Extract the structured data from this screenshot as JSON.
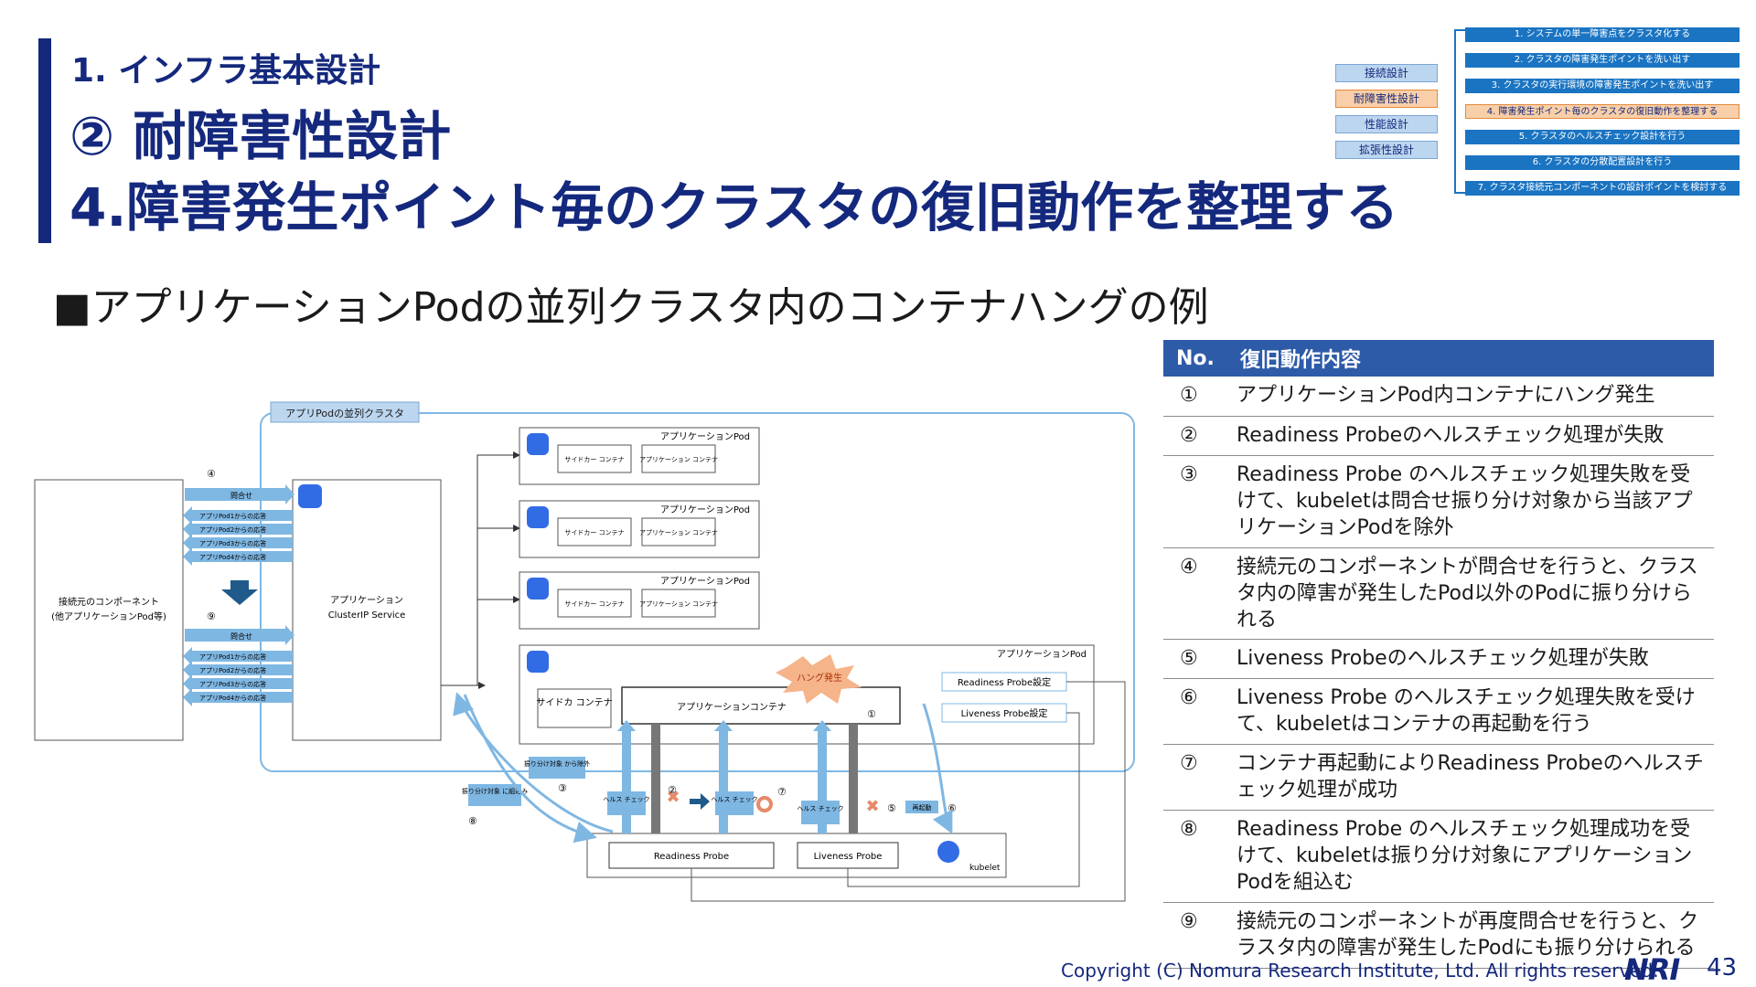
{
  "header": {
    "subtitle": "1. インフラ基本設計",
    "title_line1": "② 耐障害性設計",
    "title_line2": "4.障害発生ポイント毎のクラスタの復旧動作を整理する"
  },
  "mini_nav": {
    "left_items": [
      "接続設計",
      "耐障害性設計",
      "性能設計",
      "拡張性設計"
    ],
    "active_left": 1,
    "steps": [
      "1. システムの単一障害点をクラスタ化する",
      "2. クラスタの障害発生ポイントを洗い出す",
      "3. クラスタの実行環境の障害発生ポイントを洗い出す",
      "4. 障害発生ポイント毎のクラスタの復旧動作を整理する",
      "5. クラスタのヘルスチェック設計を行う",
      "6. クラスタの分散配置設計を行う",
      "7. クラスタ接続元コンポーネントの設計ポイントを検討する"
    ],
    "active_step": 3,
    "colors": {
      "step": "#1a74c2",
      "active": "#f8cfa8",
      "left": "#bcd6ef"
    }
  },
  "section": {
    "title": "■アプリケーションPodの並列クラスタ内のコンテナハングの例"
  },
  "diagram": {
    "cluster_label": "アプリPodの並列クラスタ",
    "client_label_1": "接続元のコンポーネント",
    "client_label_2": "(他アプリケーションPod等)",
    "service_label_1": "アプリケーション",
    "service_label_2": "ClusterIP Service",
    "pod_label": "アプリケーションPod",
    "sidecar_label": "サイドカー\nコンテナ",
    "app_container_label": "アプリケーション\nコンテナ",
    "hung_sidecar": "サイドカ\nコンテナ",
    "hung_app_container": "アプリケーションコンテナ",
    "hang_label": "ハング発生",
    "readiness_setting": "Readiness Probe設定",
    "liveness_setting": "Liveness Probe設定",
    "readiness_probe": "Readiness Probe",
    "liveness_probe": "Liveness Probe",
    "kubelet": "kubelet",
    "request": "問合せ",
    "responses_top": [
      "アプリPod1からの応答",
      "アプリPod2からの応答",
      "アプリPod3からの応答",
      "アプリPod4からの応答"
    ],
    "request2": "問合せ",
    "responses_bottom": [
      "アプリPod1からの応答",
      "アプリPod2からの応答",
      "アプリPod3からの応答",
      "アプリPod4からの応答"
    ],
    "health_check": "ヘルス\nチェック",
    "exclude_label": "振り分け対象\nから除外",
    "include_label": "振り分け対象\nに組込み",
    "restart_label": "再起動",
    "markers": [
      "①",
      "②",
      "③",
      "④",
      "⑤",
      "⑥",
      "⑦",
      "⑧",
      "⑨"
    ]
  },
  "table": {
    "headers": [
      "No.",
      "復旧動作内容"
    ],
    "rows": [
      {
        "no": "①",
        "text": "アプリケーションPod内コンテナにハング発生"
      },
      {
        "no": "②",
        "text": "Readiness Probeのヘルスチェック処理が失敗"
      },
      {
        "no": "③",
        "text": "Readiness Probe のヘルスチェック処理失敗を受けて、kubeletは問合せ振り分け対象から当該アプリケーションPodを除外"
      },
      {
        "no": "④",
        "text": "接続元のコンポーネントが問合せを行うと、クラスタ内の障害が発生したPod以外のPodに振り分けられる"
      },
      {
        "no": "⑤",
        "text": "Liveness Probeのヘルスチェック処理が失敗"
      },
      {
        "no": "⑥",
        "text": "Liveness Probe のヘルスチェック処理失敗を受けて、kubeletはコンテナの再起動を行う"
      },
      {
        "no": "⑦",
        "text": "コンテナ再起動によりReadiness Probeのヘルスチェック処理が成功"
      },
      {
        "no": "⑧",
        "text": "Readiness Probe のヘルスチェック処理成功を受けて、kubeletは振り分け対象にアプリケーションPodを組込む"
      },
      {
        "no": "⑨",
        "text": "接続元のコンポーネントが再度問合せを行うと、クラスタ内の障害が発生したPodにも振り分けられる"
      }
    ]
  },
  "footer": {
    "copyright": "Copyright (C)  Nomura Research Institute, Ltd. All rights reserved.",
    "logo": "NRI",
    "page": "43"
  }
}
